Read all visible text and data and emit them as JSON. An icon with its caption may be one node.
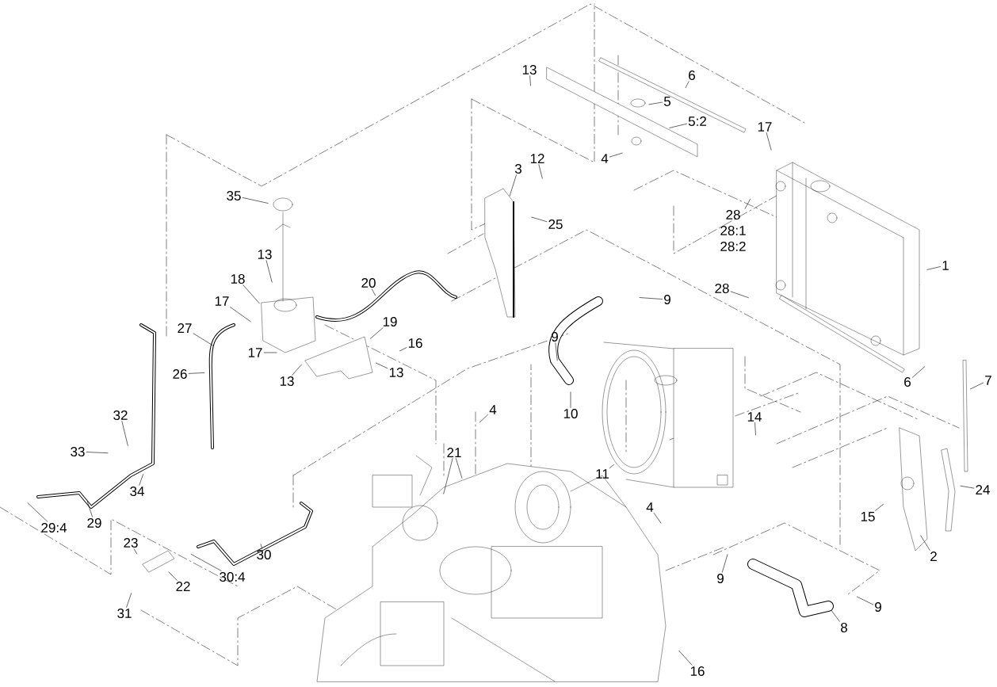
{
  "diagram": {
    "nodes": [
      {
        "text": [
          "13"
        ]
      },
      {
        "text": [
          "6"
        ]
      },
      {
        "text": [
          "5"
        ]
      },
      {
        "text": [
          "5:2"
        ]
      },
      {
        "text": [
          "4"
        ]
      },
      {
        "text": [
          "17"
        ]
      },
      {
        "text": [
          "3"
        ]
      },
      {
        "text": [
          "12"
        ]
      },
      {
        "text": [
          "25"
        ]
      },
      {
        "text": [
          "28",
          "28:1",
          "28:2"
        ]
      },
      {
        "text": [
          "1"
        ]
      },
      {
        "text": [
          "28"
        ]
      },
      {
        "text": [
          "9"
        ]
      },
      {
        "text": [
          "9"
        ]
      },
      {
        "text": [
          "10"
        ]
      },
      {
        "text": [
          "6"
        ]
      },
      {
        "text": [
          "7"
        ]
      },
      {
        "text": [
          "14"
        ]
      },
      {
        "text": [
          "11"
        ]
      },
      {
        "text": [
          "24"
        ]
      },
      {
        "text": [
          "15"
        ]
      },
      {
        "text": [
          "2"
        ]
      },
      {
        "text": [
          "4"
        ]
      },
      {
        "text": [
          "9"
        ]
      },
      {
        "text": [
          "9"
        ]
      },
      {
        "text": [
          "8"
        ]
      },
      {
        "text": [
          "16"
        ]
      },
      {
        "text": [
          "35"
        ]
      },
      {
        "text": [
          "13"
        ]
      },
      {
        "text": [
          "18"
        ]
      },
      {
        "text": [
          "17"
        ]
      },
      {
        "text": [
          "27"
        ]
      },
      {
        "text": [
          "20"
        ]
      },
      {
        "text": [
          "19"
        ]
      },
      {
        "text": [
          "16"
        ]
      },
      {
        "text": [
          "17"
        ]
      },
      {
        "text": [
          "13"
        ]
      },
      {
        "text": [
          "13"
        ]
      },
      {
        "text": [
          "26"
        ]
      },
      {
        "text": [
          "32"
        ]
      },
      {
        "text": [
          "33"
        ]
      },
      {
        "text": [
          "34"
        ]
      },
      {
        "text": [
          "29:4"
        ]
      },
      {
        "text": [
          "29"
        ]
      },
      {
        "text": [
          "21"
        ]
      },
      {
        "text": [
          "23"
        ]
      },
      {
        "text": [
          "22"
        ]
      },
      {
        "text": [
          "30:4"
        ]
      },
      {
        "text": [
          "30"
        ]
      },
      {
        "text": [
          "31"
        ]
      },
      {
        "text": [
          "4"
        ]
      }
    ],
    "edges": [
      {
        "from": 0,
        "to": null,
        "arrow": "none"
      },
      {
        "from": 1,
        "to": null,
        "arrow": "none"
      },
      {
        "from": 2,
        "to": null,
        "arrow": "none"
      },
      {
        "from": 3,
        "to": null,
        "arrow": "none"
      },
      {
        "from": 4,
        "to": null,
        "arrow": "none"
      },
      {
        "from": 5,
        "to": null,
        "arrow": "none"
      },
      {
        "from": 6,
        "to": null,
        "arrow": "none"
      },
      {
        "from": 7,
        "to": null,
        "arrow": "none"
      },
      {
        "from": 8,
        "to": null,
        "arrow": "none"
      },
      {
        "from": 9,
        "to": null,
        "arrow": "none"
      },
      {
        "from": 10,
        "to": null,
        "arrow": "none"
      },
      {
        "from": 11,
        "to": null,
        "arrow": "none"
      },
      {
        "from": 12,
        "to": null,
        "arrow": "none"
      },
      {
        "from": 13,
        "to": null,
        "arrow": "none"
      },
      {
        "from": 14,
        "to": null,
        "arrow": "none"
      },
      {
        "from": 15,
        "to": null,
        "arrow": "none"
      },
      {
        "from": 16,
        "to": null,
        "arrow": "none"
      },
      {
        "from": 17,
        "to": null,
        "arrow": "none"
      },
      {
        "from": 18,
        "to": null,
        "arrow": "none"
      },
      {
        "from": 19,
        "to": null,
        "arrow": "none"
      },
      {
        "from": 20,
        "to": null,
        "arrow": "none"
      },
      {
        "from": 21,
        "to": null,
        "arrow": "none"
      },
      {
        "from": 22,
        "to": null,
        "arrow": "none"
      },
      {
        "from": 23,
        "to": null,
        "arrow": "none"
      },
      {
        "from": 24,
        "to": null,
        "arrow": "none"
      },
      {
        "from": 25,
        "to": null,
        "arrow": "none"
      },
      {
        "from": 26,
        "to": null,
        "arrow": "none"
      },
      {
        "from": 27,
        "to": null,
        "arrow": "none"
      },
      {
        "from": 28,
        "to": null,
        "arrow": "none"
      },
      {
        "from": 29,
        "to": null,
        "arrow": "none"
      },
      {
        "from": 30,
        "to": null,
        "arrow": "none"
      },
      {
        "from": 31,
        "to": null,
        "arrow": "none"
      },
      {
        "from": 32,
        "to": null,
        "arrow": "none"
      },
      {
        "from": 33,
        "to": null,
        "arrow": "none"
      },
      {
        "from": 34,
        "to": null,
        "arrow": "none"
      },
      {
        "from": 35,
        "to": null,
        "arrow": "none"
      },
      {
        "from": 36,
        "to": null,
        "arrow": "none"
      },
      {
        "from": 37,
        "to": null,
        "arrow": "none"
      },
      {
        "from": 38,
        "to": null,
        "arrow": "none"
      },
      {
        "from": 39,
        "to": null,
        "arrow": "none"
      },
      {
        "from": 40,
        "to": null,
        "arrow": "none"
      },
      {
        "from": 41,
        "to": null,
        "arrow": "none"
      },
      {
        "from": 42,
        "to": null,
        "arrow": "none"
      },
      {
        "from": 43,
        "to": null,
        "arrow": "none"
      },
      {
        "from": 44,
        "to": null,
        "arrow": "none"
      },
      {
        "from": 44,
        "to": null,
        "arrow": "none"
      },
      {
        "from": 45,
        "to": null,
        "arrow": "none"
      },
      {
        "from": 46,
        "to": null,
        "arrow": "none"
      },
      {
        "from": 47,
        "to": null,
        "arrow": "none"
      },
      {
        "from": 48,
        "to": null,
        "arrow": "none"
      },
      {
        "from": 49,
        "to": null,
        "arrow": "none"
      },
      {
        "from": 50,
        "to": null,
        "arrow": "none"
      }
    ]
  }
}
